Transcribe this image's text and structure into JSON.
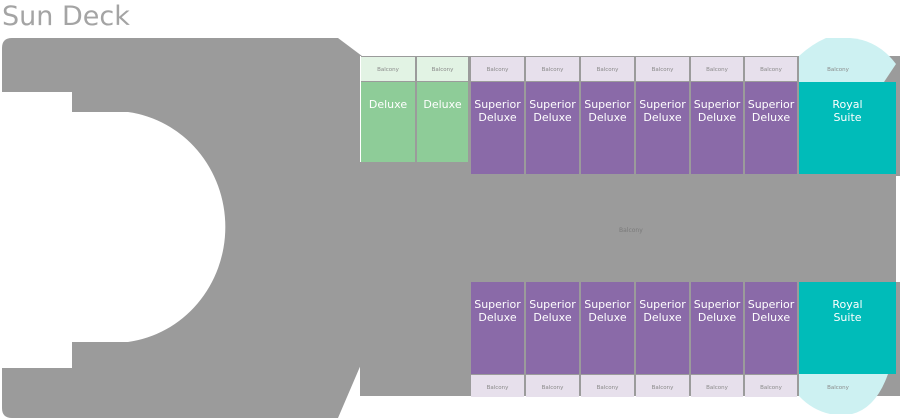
{
  "deck": {
    "title": "Sun Deck"
  },
  "colors": {
    "hull": "#9b9b9b",
    "deluxe": "#8ecc98",
    "deluxe_balcony": "#e2f3e4",
    "superior": "#8a6aa8",
    "superior_balcony": "#e7e0ec",
    "royal": "#00bcb9",
    "royal_balcony": "#cdf1f2"
  },
  "corridor": {
    "label": "Balcony"
  },
  "top_row": [
    {
      "name": "Deluxe",
      "class": "deluxe",
      "balcony": "Balcony"
    },
    {
      "name": "Deluxe",
      "class": "deluxe",
      "balcony": "Balcony"
    },
    {
      "name": "Superior Deluxe",
      "class": "superior",
      "balcony": "Balcony"
    },
    {
      "name": "Superior Deluxe",
      "class": "superior",
      "balcony": "Balcony"
    },
    {
      "name": "Superior Deluxe",
      "class": "superior",
      "balcony": "Balcony"
    },
    {
      "name": "Superior Deluxe",
      "class": "superior",
      "balcony": "Balcony"
    },
    {
      "name": "Superior Deluxe",
      "class": "superior",
      "balcony": "Balcony"
    },
    {
      "name": "Superior Deluxe",
      "class": "superior",
      "balcony": "Balcony"
    },
    {
      "name": "Royal Suite",
      "class": "royal",
      "balcony": "Balcony"
    }
  ],
  "bottom_row": [
    {
      "name": "Superior Deluxe",
      "class": "superior",
      "balcony": "Balcony"
    },
    {
      "name": "Superior Deluxe",
      "class": "superior",
      "balcony": "Balcony"
    },
    {
      "name": "Superior Deluxe",
      "class": "superior",
      "balcony": "Balcony"
    },
    {
      "name": "Superior Deluxe",
      "class": "superior",
      "balcony": "Balcony"
    },
    {
      "name": "Superior Deluxe",
      "class": "superior",
      "balcony": "Balcony"
    },
    {
      "name": "Superior Deluxe",
      "class": "superior",
      "balcony": "Balcony"
    },
    {
      "name": "Royal Suite",
      "class": "royal",
      "balcony": "Balcony"
    }
  ]
}
